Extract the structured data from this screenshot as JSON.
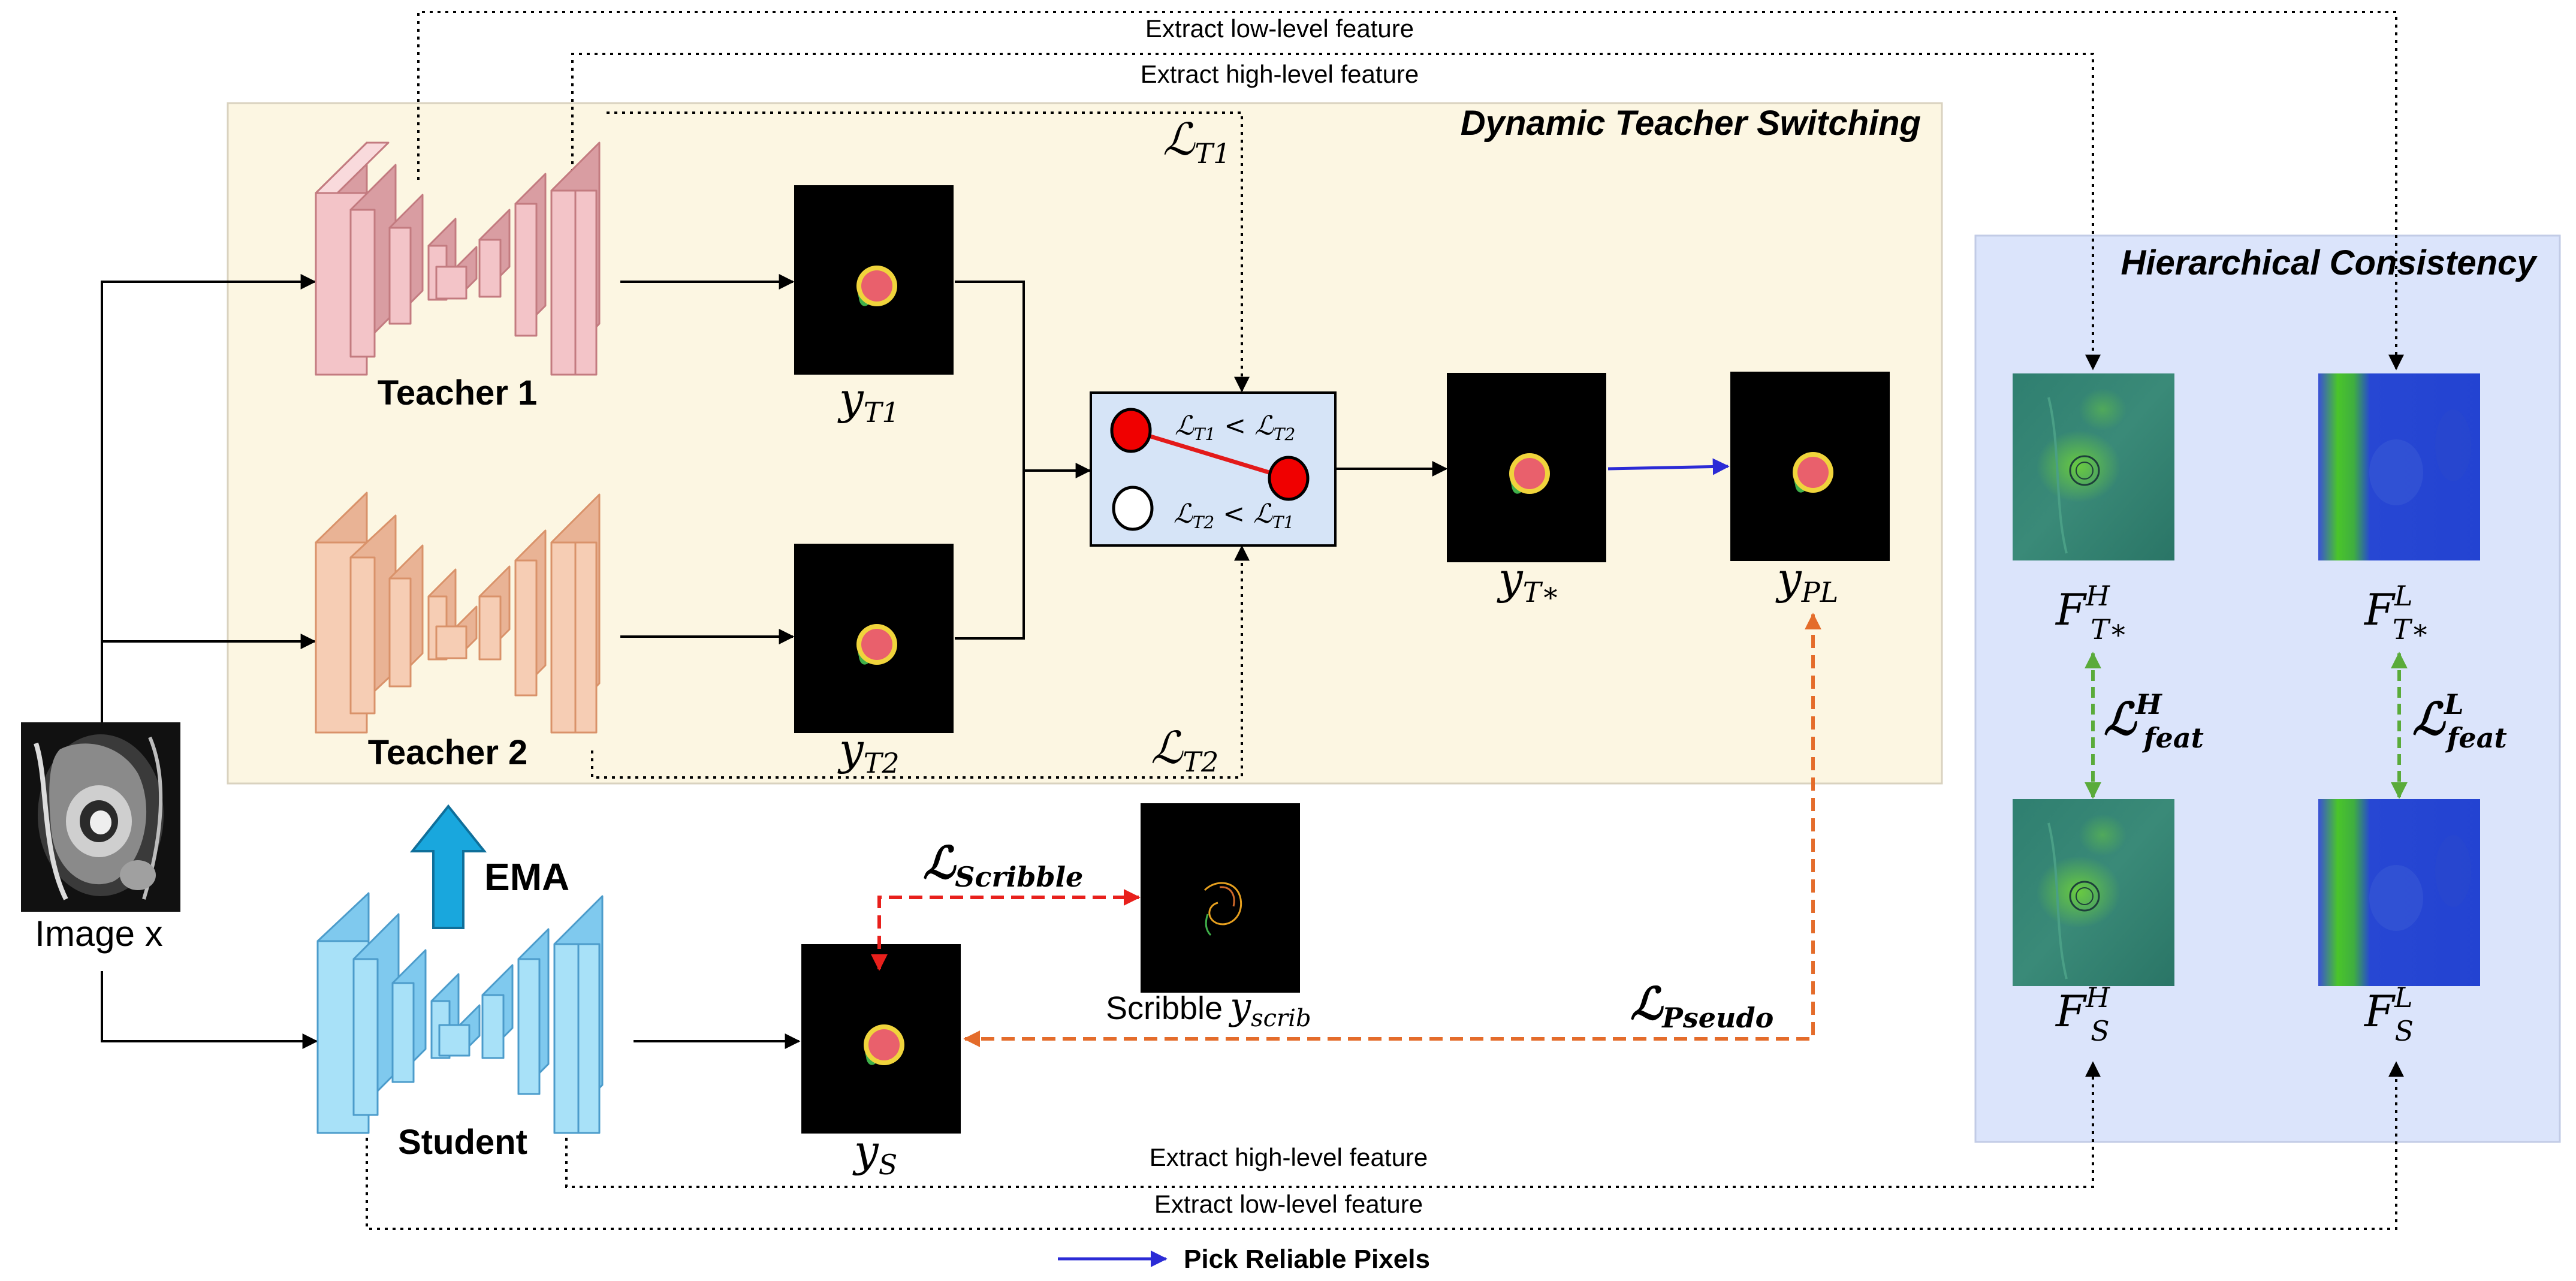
{
  "colors": {
    "teacher_panel_bg": "#fcf6e2",
    "consistency_panel_bg": "#dbe4fb",
    "teacher1_block": "#f3c4c8",
    "teacher2_block": "#f6cdb4",
    "student_block": "#a8e1f8",
    "ema_arrow": "#19a7dd",
    "selector_box": "#d6e4f7",
    "reliable_arrow": "#2b2bd6",
    "scribble_loss_arrow": "#e8201c",
    "pseudo_loss_arrow": "#e46c2b",
    "feat_loss_arrow": "#5aab3a"
  },
  "icons": {
    "input_image": "cardiac-mri-image",
    "segmentation_masks": "segmentation-mask-thumbnail",
    "feature_maps": "feature-map-heatmap"
  },
  "labels": {
    "extract_low_top": "Extract low-level feature",
    "extract_high_top": "Extract high-level feature",
    "extract_high_bottom": "Extract high-level feature",
    "extract_low_bottom": "Extract low-level feature",
    "dynamic_switching": "Dynamic Teacher Switching",
    "hierarchical_consistency": "Hierarchical Consistency",
    "teacher1": "Teacher 1",
    "teacher2": "Teacher 2",
    "student": "Student",
    "ema": "EMA",
    "image_x": "Image x",
    "scribble_word": "Scribble",
    "pick_reliable": "Pick Reliable Pixels"
  },
  "math": {
    "L": "ℒ",
    "y": "y",
    "F": "F",
    "lt": "<",
    "sub_T1": "T1",
    "sub_T2": "T2",
    "sub_Tstar": "T∗",
    "sub_PL": "PL",
    "sub_S": "S",
    "sub_scrib": "scrib",
    "sub_scribble": "Scribble",
    "sub_pseudo": "Pseudo",
    "sub_feat": "feat",
    "sup_H": "H",
    "sup_L": "L"
  }
}
